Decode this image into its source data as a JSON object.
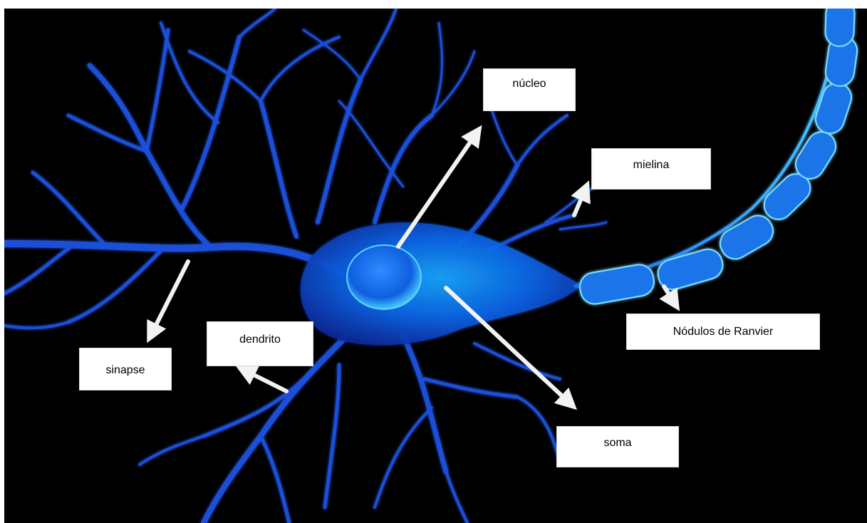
{
  "labels": {
    "nucleo": "núcleo",
    "mielina": "mielina",
    "ranvier": "Nódulos de Ranvier",
    "dendrito": "dendrito",
    "sinapse": "sinapse",
    "soma": "soma"
  },
  "colors": {
    "background": "#000000",
    "dendrite": "#1f4fd8",
    "glow": "#39c6ff",
    "soma": "#2a7bff",
    "arrow": "#f2f2f2",
    "label_bg": "#ffffff"
  }
}
